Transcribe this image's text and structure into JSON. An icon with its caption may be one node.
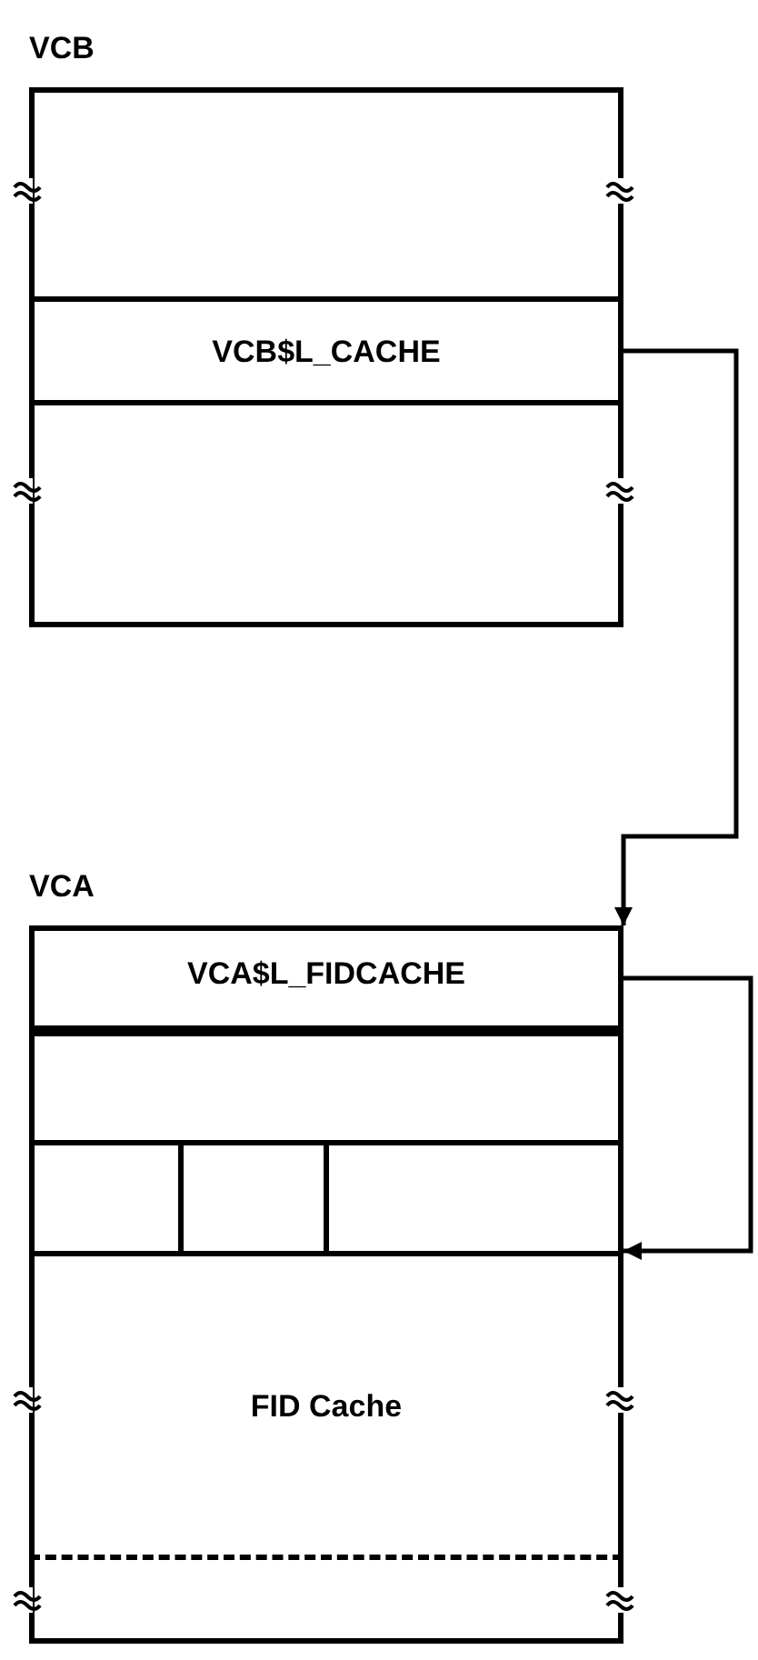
{
  "diagram": {
    "nodes": [
      {
        "text": [
          "VCB"
        ]
      },
      {
        "text": [
          "VCB$L_CACHE"
        ],
        "in": 0
      },
      {
        "text": [
          "VCA"
        ]
      },
      {
        "text": [
          "VCA$L_FIDCACHE"
        ],
        "in": 2
      },
      {
        "text": [
          "FID Cache"
        ],
        "in": 2
      }
    ],
    "edges": [
      {
        "from": 1,
        "to": 2,
        "arrow": "to"
      },
      {
        "from": 3,
        "to": 4,
        "arrow": "to"
      }
    ]
  }
}
